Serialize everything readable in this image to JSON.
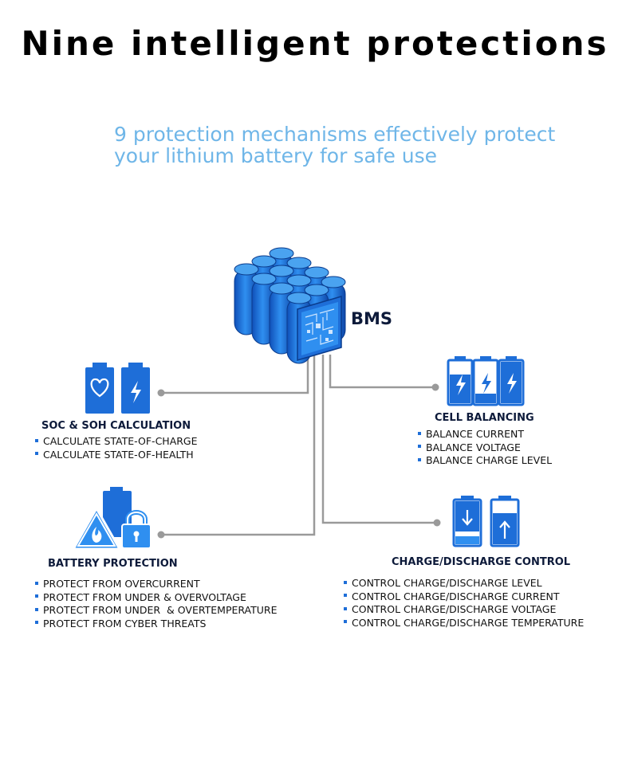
{
  "title": "Nine intelligent protections",
  "subtitle": {
    "line1": "9 protection mechanisms effectively protect",
    "line2": "your lithium battery for safe use"
  },
  "bms": {
    "label": "BMS"
  },
  "sections": {
    "soc": {
      "title": "SOC & SOH CALCULATION",
      "items": [
        "CALCULATE STATE-OF-CHARGE",
        "CALCULATE STATE-OF-HEALTH"
      ]
    },
    "balancing": {
      "title": "CELL BALANCING",
      "items": [
        "BALANCE CURRENT",
        "BALANCE VOLTAGE",
        "BALANCE CHARGE LEVEL"
      ]
    },
    "protection": {
      "title": "BATTERY PROTECTION",
      "items": [
        "PROTECT FROM OVERCURRENT",
        "PROTECT FROM UNDER & OVERVOLTAGE",
        "PROTECT FROM UNDER  & OVERTEMPERATURE",
        "PROTECT FROM CYBER THREATS"
      ]
    },
    "charge": {
      "title": "CHARGE/DISCHARGE CONTROL",
      "items": [
        "CONTROL CHARGE/DISCHARGE LEVEL",
        "CONTROL CHARGE/DISCHARGE CURRENT",
        "CONTROL CHARGE/DISCHARGE VOLTAGE",
        "CONTROL CHARGE/DISCHARGE TEMPERATURE"
      ]
    }
  },
  "colors": {
    "primary_blue": "#1e6ed8",
    "light_blue": "#4aa3f0",
    "line_gray": "#9a9a9a",
    "subtitle": "#6fb6e8"
  },
  "icons": [
    "battery-heart-icon",
    "battery-bolt-icon",
    "battery-pack-icon",
    "bms-chip-icon",
    "fire-warning-icon",
    "padlock-icon",
    "arrow-down-icon",
    "arrow-up-icon"
  ]
}
